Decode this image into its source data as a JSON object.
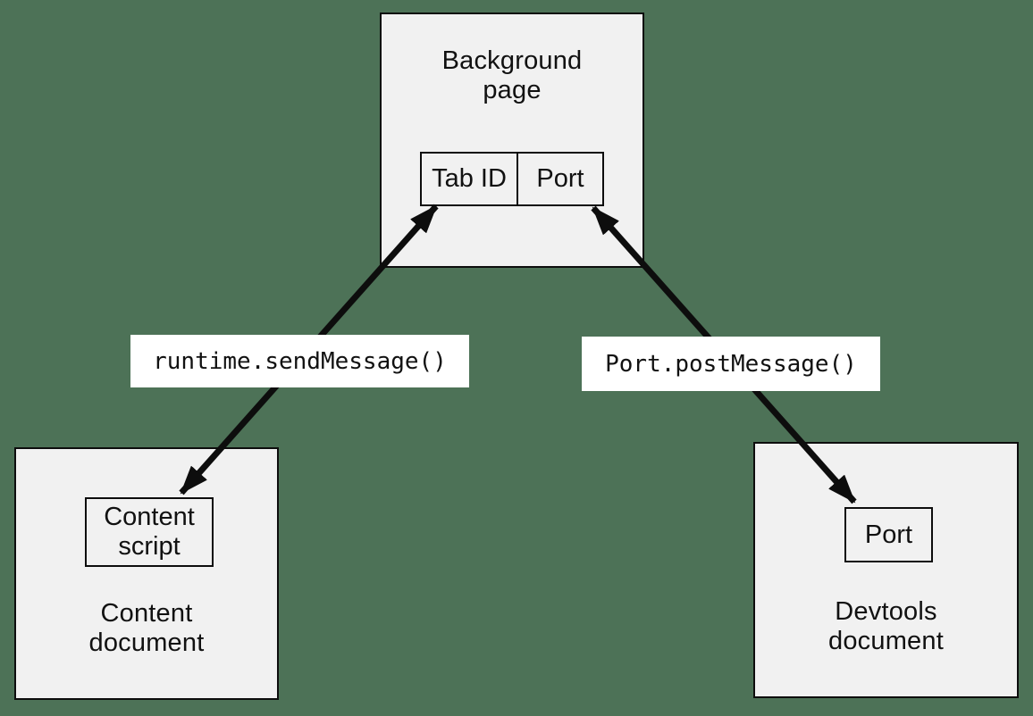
{
  "diagram": {
    "background_page": {
      "title": "Background page",
      "cells": [
        {
          "label": "Tab ID"
        },
        {
          "label": "Port"
        }
      ]
    },
    "content_document": {
      "title": "Content document",
      "inner_box": "Content script"
    },
    "devtools_document": {
      "title": "Devtools document",
      "inner_box": "Port"
    },
    "edges": [
      {
        "label": "runtime.sendMessage()",
        "from": "content-script",
        "to": "tab-id-cell",
        "direction": "bidirectional"
      },
      {
        "label": "Port.postMessage()",
        "from": "background-port-cell",
        "to": "devtools-port",
        "direction": "bidirectional"
      }
    ]
  },
  "colors": {
    "page-bg": "#4d7257",
    "box-fill": "#f1f1f1",
    "box-border": "#0d0d0d",
    "text": "#111111",
    "label-bg": "#ffffff",
    "arrow": "#0d0d0d"
  }
}
